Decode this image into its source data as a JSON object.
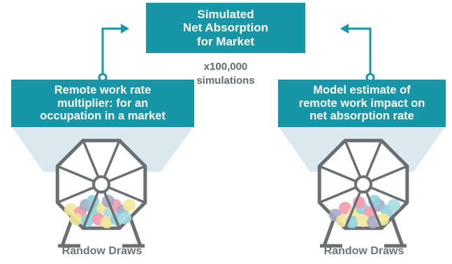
{
  "colors": {
    "teal": "#1796a7",
    "cone": "#dbe8f0",
    "wheel": "#6b6f73",
    "text_gray": "#5f6b73"
  },
  "top_box": {
    "lines": [
      "Simulated",
      "Net Absorption",
      "for Market"
    ]
  },
  "simulations": {
    "lines": [
      "x100,000",
      "simulations"
    ]
  },
  "left_box": {
    "lines": [
      "Remote work rate",
      "multiplier: for an",
      "occupation in a market"
    ]
  },
  "right_box": {
    "lines": [
      "Model estimate of",
      "remote work impact on",
      "net absorption rate"
    ]
  },
  "left_label": "Randow Draws",
  "right_label": "Randow Draws",
  "icons": [
    "arrow-left-icon",
    "arrow-right-icon",
    "lottery-wheel-icon"
  ],
  "ball_colors": [
    "#f49ab0",
    "#a7a9c4",
    "#f2e799",
    "#8fd2dc",
    "#a6dbe2"
  ]
}
